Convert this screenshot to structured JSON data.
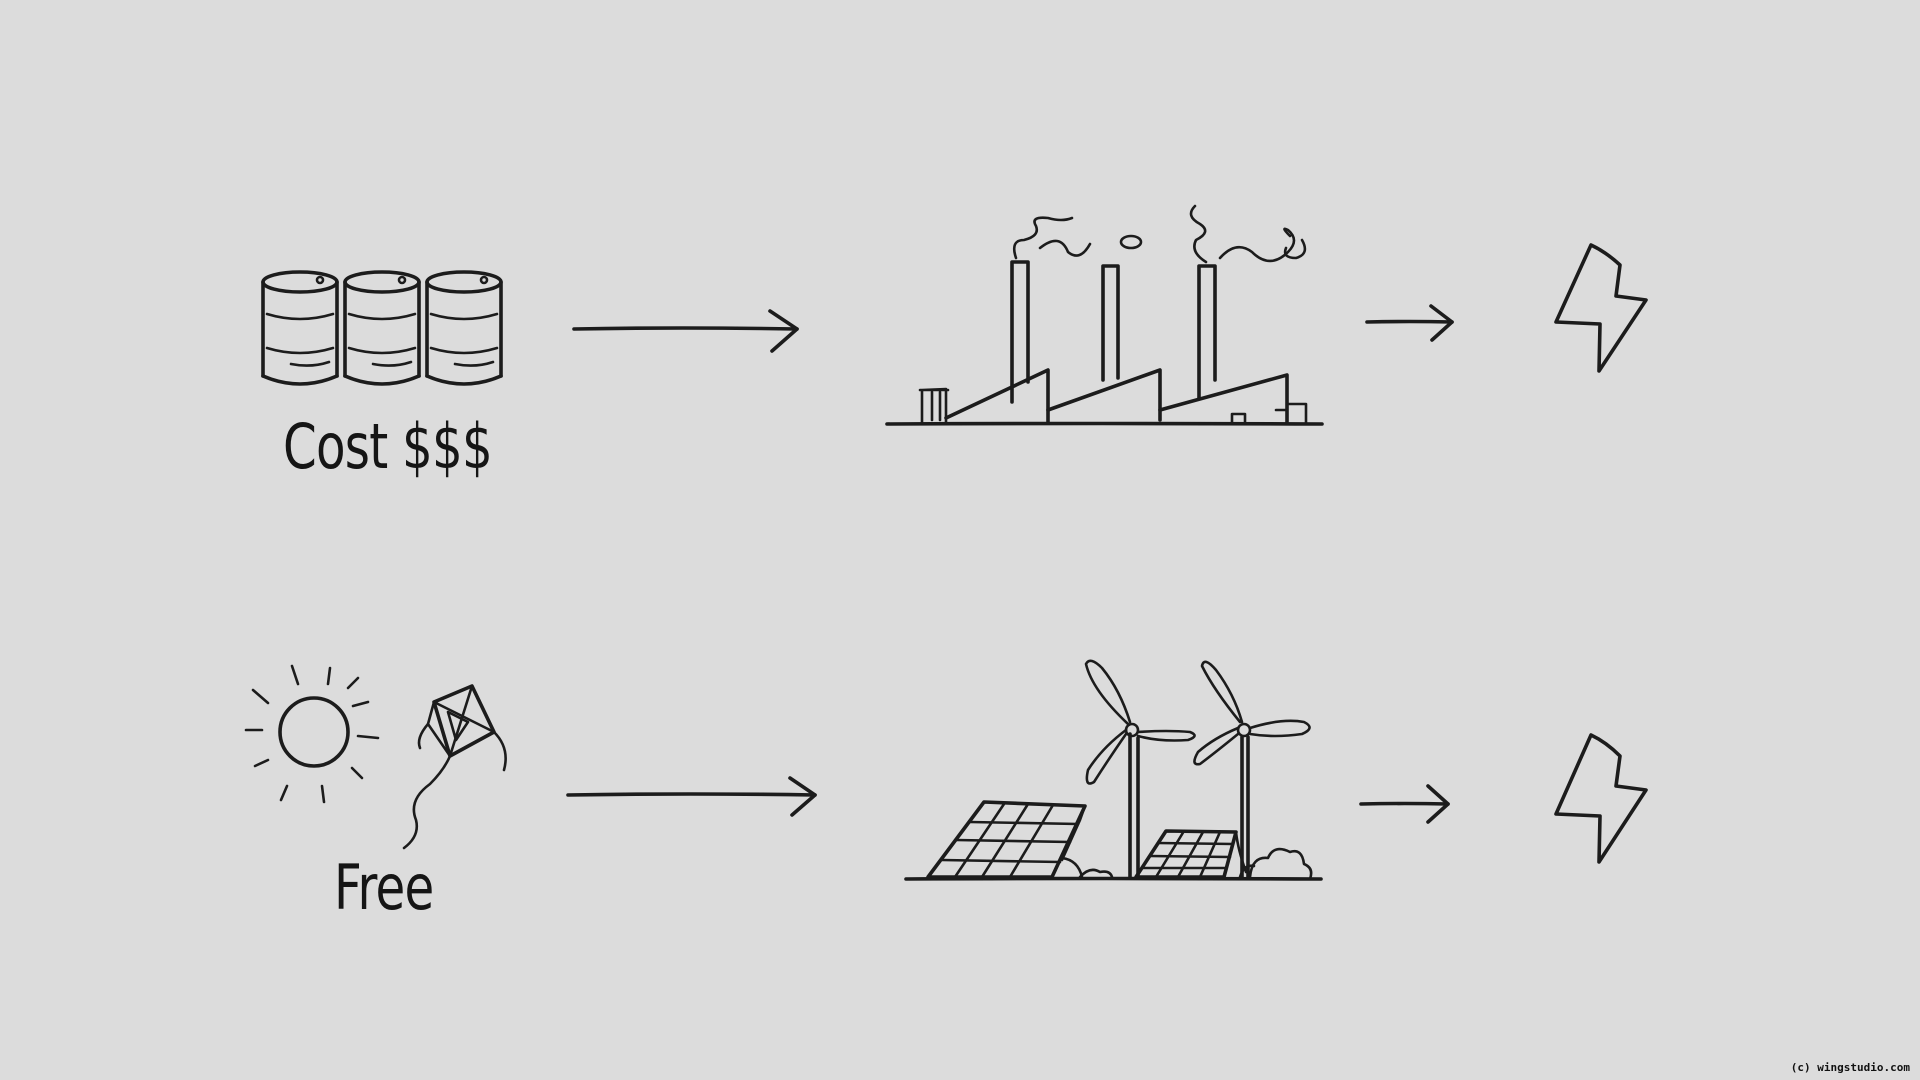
{
  "rows": [
    {
      "id": "fossil",
      "source_icon": "oil-barrels-icon",
      "label": "Cost $$$",
      "plant_icon": "factory-smokestacks-icon",
      "output_icon": "lightning-bolt-icon"
    },
    {
      "id": "renewable",
      "source_icon": "sun-and-kite-icon",
      "label": "Free",
      "plant_icon": "solar-panels-wind-turbines-icon",
      "output_icon": "lightning-bolt-icon"
    }
  ],
  "credit": "(c) wingstudio.com",
  "colors": {
    "background": "#dcdcdc",
    "ink": "#1c1c1c"
  }
}
